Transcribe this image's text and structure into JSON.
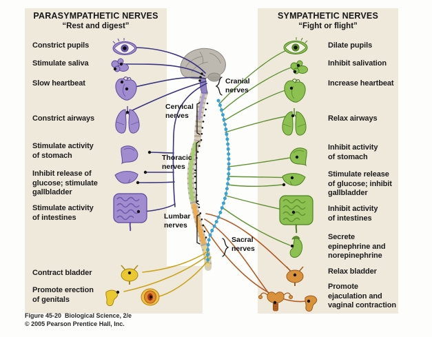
{
  "panels": {
    "left": {
      "title": "PARASYMPATHETIC NERVES",
      "subtitle": "“Rest and digest”"
    },
    "right": {
      "title": "SYMPATHETIC NERVES",
      "subtitle": "“Fight or flight”"
    }
  },
  "labels": {
    "left": [
      "Constrict pupils",
      "Stimulate saliva",
      "Slow heartbeat",
      "Constrict airways",
      "Stimulate activity\nof stomach",
      "Inhibit release of\nglucose; stimulate\ngallbladder",
      "Stimulate activity\nof intestines",
      "Contract bladder",
      "Promote erection\nof genitals"
    ],
    "right": [
      "Dilate pupils",
      "Inhibit salivation",
      "Increase heartbeat",
      "Relax airways",
      "Inhibit activity\nof stomach",
      "Stimulate release\nof glucose; inhibit\ngallbladder",
      "Inhibit activity\nof intestines",
      "Secrete\nepinephrine and\nnorepinephrine",
      "Relax bladder",
      "Promote\nejaculation and\nvaginal contraction"
    ]
  },
  "spine_labels": {
    "cranial": "Cranial\nnerves",
    "cervical": "Cervical\nnerves",
    "thoracic": "Thoracic\nnerves",
    "lumbar": "Lumbar\nnerves",
    "sacral": "Sacral\nnerves"
  },
  "caption": {
    "line1": "Figure 45-20  Biological Science, 2/e",
    "line2": "© 2005 Pearson Prentice Hall, Inc."
  },
  "organs": {
    "left": [
      "eye",
      "salivary-glands",
      "heart",
      "lungs",
      "stomach",
      "liver",
      "intestines",
      "bladder",
      "penis",
      "vulva"
    ],
    "right": [
      "eye",
      "salivary-glands",
      "heart",
      "lungs",
      "stomach",
      "liver",
      "intestines",
      "adrenal-gland",
      "bladder",
      "uterus",
      "penis"
    ]
  },
  "colors": {
    "panel_background": "#efe9dc",
    "parasympathetic_line": "#39337f",
    "sacral_parasympathetic_line": "#c9a41b",
    "sympathetic_line": "#5f9130",
    "lumbar_sympathetic_line": "#b25a22",
    "parasympathetic_organ": "#a08cce",
    "sympathetic_organ": "#8cc152",
    "pelvic_organ_left": "#e9c832",
    "pelvic_organ_right": "#d8923c",
    "ganglion_chain": "#3aa2d0",
    "spine": "#d6cebc",
    "thoracic_band": "#a6cf72",
    "lumbar_band": "#edac50",
    "sacral_band": "#ecd277"
  }
}
